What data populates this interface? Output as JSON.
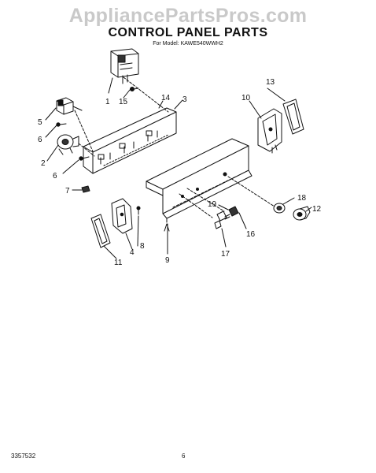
{
  "watermark": "AppliancePartsPros.com",
  "header": {
    "title": "CONTROL PANEL PARTS",
    "model_line": "For Model: KAWE540WWH2"
  },
  "footer": {
    "document_number": "3357532",
    "page_number": "6"
  },
  "callouts": [
    "1",
    "2",
    "3",
    "4",
    "5",
    "6",
    "6",
    "7",
    "8",
    "9",
    "10",
    "11",
    "12",
    "13",
    "14",
    "15",
    "16",
    "17",
    "18",
    "19"
  ]
}
